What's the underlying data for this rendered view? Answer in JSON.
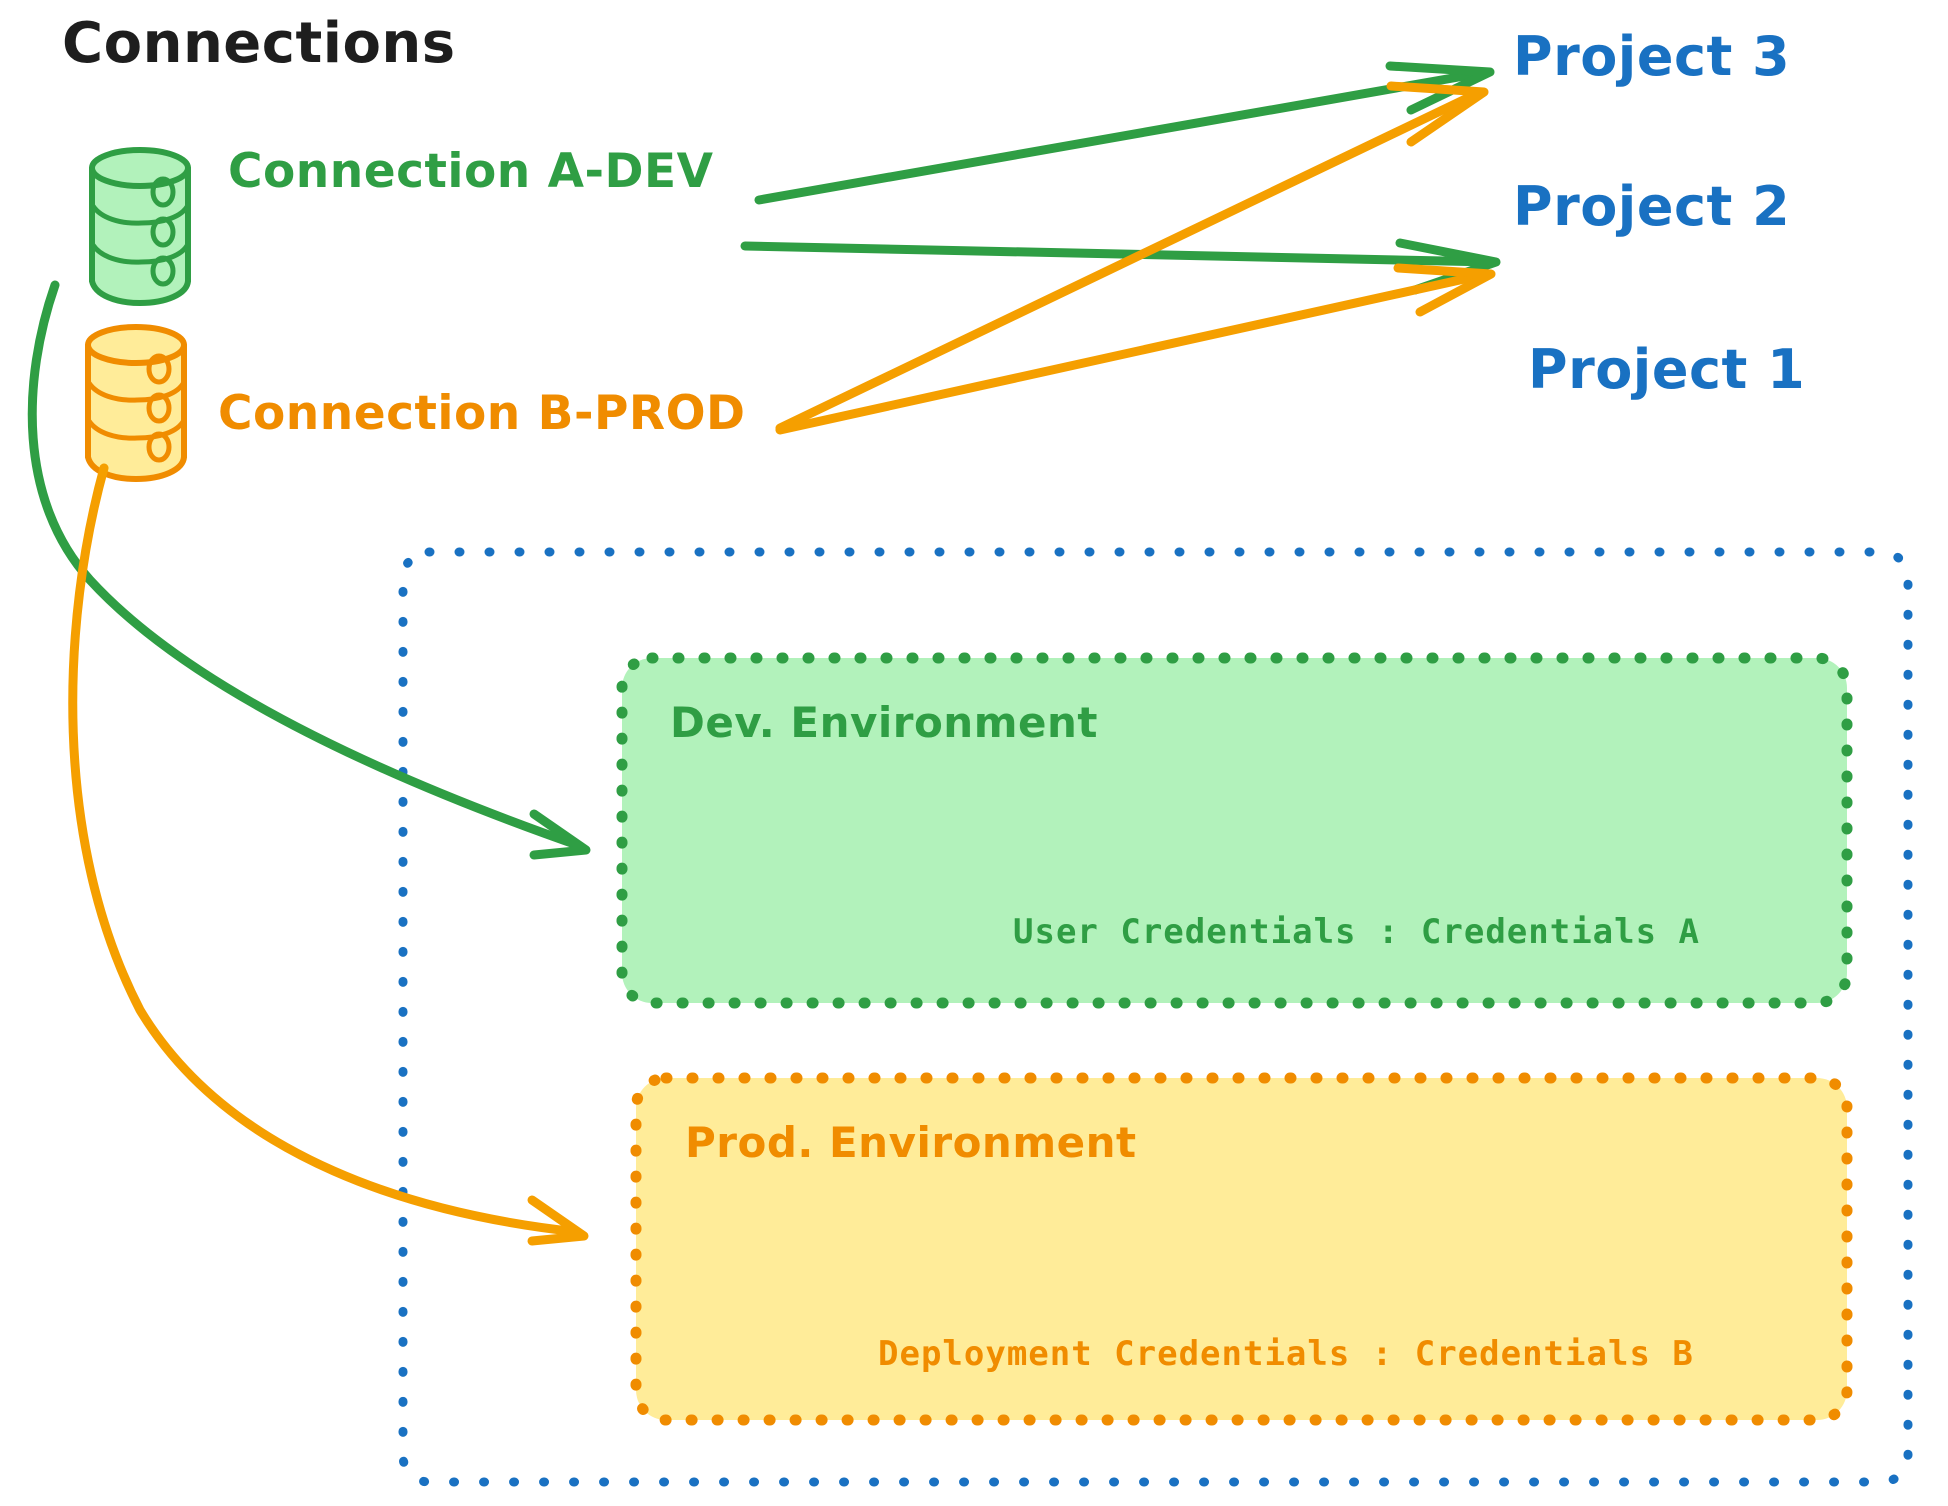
{
  "diagram": {
    "title": "Connections",
    "background": "#ffffff",
    "palette": {
      "green_stroke": "#2f9e44",
      "green_fill": "#b2f2bb",
      "green_arrow": "#2f9e44",
      "orange_stroke": "#f08c00",
      "orange_fill": "#ffec99",
      "orange_arrow": "#f59f00",
      "blue_stroke": "#1971c2",
      "black_text": "#1e1e1e"
    }
  },
  "connections": [
    {
      "id": "connection-a",
      "label": "Connection A-DEV",
      "icon": "database-cylinder-icon",
      "color": "#2f9e44",
      "fill": "#b2f2bb"
    },
    {
      "id": "connection-b",
      "label": "Connection B-PROD",
      "icon": "database-cylinder-icon",
      "color": "#f08c00",
      "fill": "#ffec99"
    }
  ],
  "projects": [
    {
      "id": "project-3",
      "label": "Project 3",
      "color": "#1971c2"
    },
    {
      "id": "project-2",
      "label": "Project 2",
      "color": "#1971c2"
    },
    {
      "id": "project-1",
      "label": "Project 1",
      "color": "#1971c2"
    }
  ],
  "project_one": {
    "label": "Project 1",
    "border_color": "#1971c2",
    "environments": [
      {
        "id": "dev-environment",
        "label": "Dev. Environment",
        "credential_label": "User Credentials : Credentials A",
        "border_color": "#2f9e44",
        "fill": "#b2f2bb",
        "text_color": "#2f9e44"
      },
      {
        "id": "prod-environment",
        "label": "Prod. Environment",
        "credential_label": "Deployment Credentials : Credentials B",
        "border_color": "#f08c00",
        "fill": "#ffec99",
        "text_color": "#f08c00"
      }
    ]
  },
  "edges": [
    {
      "id": "edge-a-to-project-3",
      "from": "connection-a",
      "to": "project-3",
      "color": "#2f9e44",
      "style": "straight-arrow"
    },
    {
      "id": "edge-a-to-project-2",
      "from": "connection-a",
      "to": "project-2",
      "color": "#2f9e44",
      "style": "straight-arrow"
    },
    {
      "id": "edge-b-to-project-3",
      "from": "connection-b",
      "to": "project-3",
      "color": "#f59f00",
      "style": "straight-arrow"
    },
    {
      "id": "edge-b-to-project-2",
      "from": "connection-b",
      "to": "project-2",
      "color": "#f59f00",
      "style": "straight-arrow"
    },
    {
      "id": "edge-a-to-dev-environment",
      "from": "connection-a",
      "to": "dev-environment",
      "color": "#2f9e44",
      "style": "curved-arrow"
    },
    {
      "id": "edge-b-to-prod-environment",
      "from": "connection-b",
      "to": "prod-environment",
      "color": "#f59f00",
      "style": "curved-arrow"
    }
  ]
}
